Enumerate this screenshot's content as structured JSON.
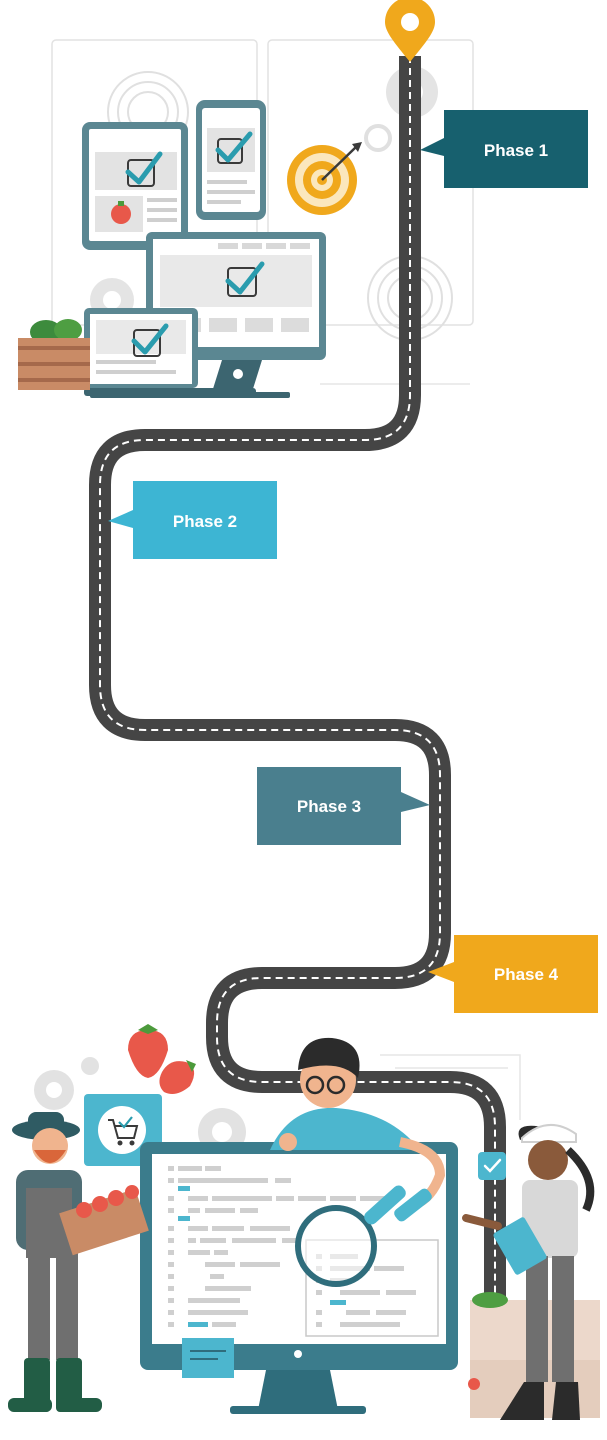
{
  "roadmap": {
    "phases": [
      {
        "label": "Phase 1",
        "color": "#17606e"
      },
      {
        "label": "Phase 2",
        "color": "#3db5d3"
      },
      {
        "label": "Phase 3",
        "color": "#4a7f8e"
      },
      {
        "label": "Phase 4",
        "color": "#f0a81c"
      }
    ],
    "road_color": "#454545",
    "road_dash_color": "#ffffff",
    "pin_color": "#f0a81c",
    "accent_teal": "#2a9cae",
    "strawberry_red": "#e8584a"
  },
  "icons": {
    "start": "location-pin-icon",
    "goal": "target-icon",
    "cart": "shopping-cart-icon",
    "search": "magnifier-icon",
    "check": "checkmark-icon"
  }
}
